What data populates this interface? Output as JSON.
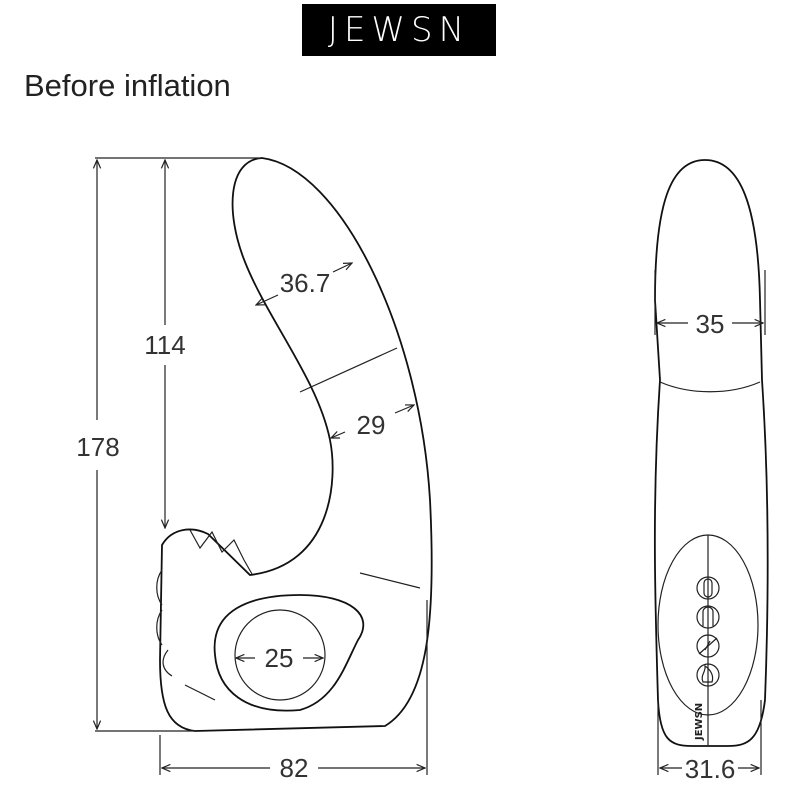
{
  "brand": {
    "logo_text": "JEWSN"
  },
  "title": "Before inflation",
  "side_view": {
    "dimensions": {
      "total_height": "178",
      "insertable_length": "114",
      "width": "82",
      "tip_thickness": "36.7",
      "shaft_thickness": "29",
      "ring_diameter": "25"
    }
  },
  "front_view": {
    "dimensions": {
      "tip_width": "35",
      "base_width": "31.6"
    },
    "buttons": [
      "vibration-mode-icon",
      "thrust-mode-icon",
      "power-icon",
      "heat-icon"
    ],
    "base_text": "JEWSN"
  }
}
